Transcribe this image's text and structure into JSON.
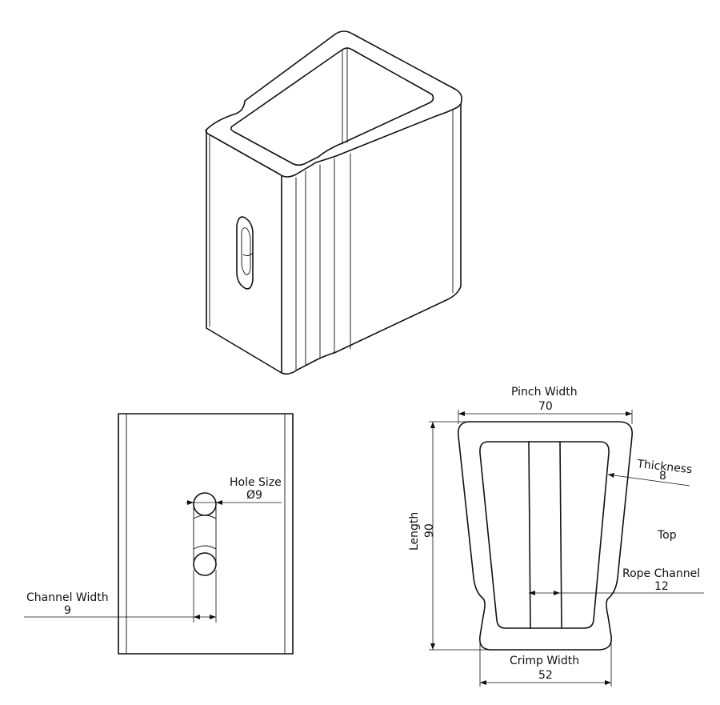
{
  "views": {
    "isometric": {},
    "side": {},
    "top": {
      "label": "Top"
    }
  },
  "dimensions": {
    "hole_size": {
      "label": "Hole Size",
      "value": "Ø9"
    },
    "channel_width": {
      "label": "Channel Width",
      "value": "9"
    },
    "pinch_width": {
      "label": "Pinch Width",
      "value": "70"
    },
    "thickness": {
      "label": "Thickness",
      "value": "8"
    },
    "length": {
      "label": "Length",
      "value": "90"
    },
    "rope_channel": {
      "label": "Rope Channel",
      "value": "12"
    },
    "crimp_width": {
      "label": "Crimp Width",
      "value": "52"
    }
  }
}
